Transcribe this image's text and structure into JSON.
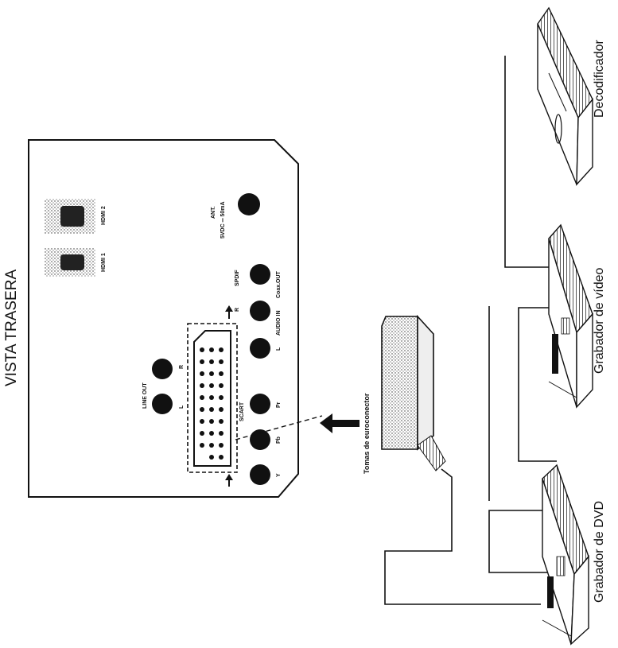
{
  "panel": {
    "title": "VISTA TRASERA",
    "labels": {
      "hdmi1": "HDMI 1",
      "hdmi2": "HDMI 2",
      "ant_line1": "ANT.",
      "ant_line2": "5VDC ═ 50mA",
      "spdif": "SPDIF",
      "coax_out": "Coax.OUT",
      "audio_in": "AUDIO IN",
      "r_audio": "R",
      "l_audio": "L",
      "pr": "Pr",
      "pb": "Pb",
      "y": "Y",
      "scart": "SCART",
      "line_out": "LINE OUT",
      "line_r": "R",
      "line_l": "L"
    }
  },
  "connector_label": "Tomas de euroconector",
  "devices": [
    {
      "name": "Grabador de DVD"
    },
    {
      "name": "Grabador de vídeo"
    },
    {
      "name": "Decodificador"
    }
  ],
  "colors": {
    "ink": "#111111",
    "paper": "#ffffff"
  }
}
